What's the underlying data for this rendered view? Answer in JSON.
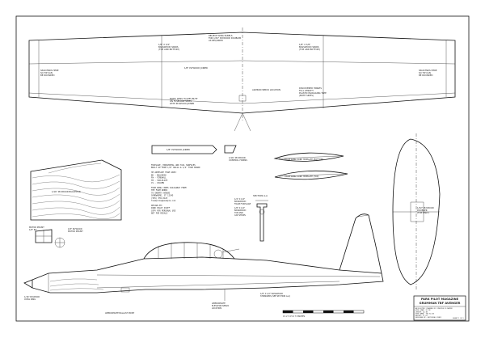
{
  "wing": {
    "notes": [
      "RELIEVE WING PANELS\nFOR 1/32\" PLYWOOD DOUBLER\nAS REQUIRED",
      "1/8\" X 3/4\"\nBASSWOOD SPARS\n(TOP AND BOTTOM)",
      "1/8\" X 3/8\"\nBASSWOOD SPARS\n(TOP AND BOTTOM)",
      "1/8\" PLYWOOD JOINER",
      "SPAR ENDS HERE\nSO TIP CAN\nBE ROUNDED",
      "SPAR ENDS HERE\nSO TIP CAN\nBE ROUNDED",
      "AILERON SERVO LOCATION",
      "DISCOVERED HINGES\nFULL LENGTH\nPLASTIC PACKAGING TAPE\n(BOTH SIDES)",
      "NOTE: WING HALVES BUTT\nON FUSELAGE SIDES\nWITH PLYWOOD JOINER"
    ]
  },
  "parts": {
    "plywood_joiner": "1/8\" PLYWOOD JOINER",
    "control_horns": "1/16\" PLYWOOD\nCONTROL HORNS",
    "canopy_doubler": "1/32\" PLYWOOD\nDOUBLER\n(TOP ONLY)",
    "bulkhead": "1/16\" PLYWOOD BULKHEAD",
    "motor_mount": "MOTOR MOUNT\n1/8\" PLY",
    "firewall": "1/8\" PLYWOOD\nMOTOR MOUNT",
    "wing_template_top": "FOAM WING CORE TEMPLATE (BOTTOM)",
    "wing_template_bottom": "FOAM WING CORE TEMPLATE (TOP)",
    "section": "SECTION A-A",
    "section_notes": "1/4\" X 1/4\"\nBASSWOOD\nFOAM FUSELAGE\n\n1/8\" X 1/4\"\nBASSWOOD\nTOP AND\nCAP STRIPS",
    "fuse_stringer": "1/8\" X 1/2\" BASSWOOD\nSTRINGERS (SEE SECTION A-A)",
    "ballast_note": "APPROXIMATE\nELEVATOR SERVO\nLOCATION",
    "battery_note": "APPROXIMATE BALLAST POINT",
    "cowl_note": "1/16\" PLYWOOD\nCOWL RING"
  },
  "specs": {
    "left": "FUSELAGE, HORIZONTAL AND TAIL SURFACES\nBUILT UP FROM 1/8\" BALSA & 1/4\" FOAM BOARD\n\n3M ADHESIVE FOAM USED:\nBH - BULKHEAD\nFW - FIREWALL\nTB - TAILPLATE\nCS - COLUMN\n\nFOAM WING CORES AVAILABLE FROM:\nTHE FOAM WORKS\n70 SHERRY AVENUE\nSOMEWHERE, ST 12345\n(555) 555-0123\nfoamworks@example.com\n\nDESIGN BY:\nPARK PILOT STAFF\nCOPY FOR PERSONAL USE\nNOT FOR RESALE"
  },
  "title_block": {
    "line1": "PARK PILOT MAGAZINE",
    "line2": "GRUMMAN TBF AVENGER",
    "details": "AN ELECTRIC POWERED R/C PROFILE FLIGHTER\nWING SPAN: 32 IN\nLENGTH: 24 IN\nWING AREA: 190 SQ IN\nWEIGHT: 11 OZ\nDESIGNED BY: EDITORIAL STAFF\nDRAWN BY: EDITORIAL STAFF\nSCALE: FULL SIZE",
    "sheet": "SHEET 1 OF 1"
  },
  "scale_bar": "0   1   2   3   4   5   6   7   8 INCHES",
  "colors": {
    "ink": "#111111",
    "paper": "#ffffff",
    "grain": "#555555"
  }
}
